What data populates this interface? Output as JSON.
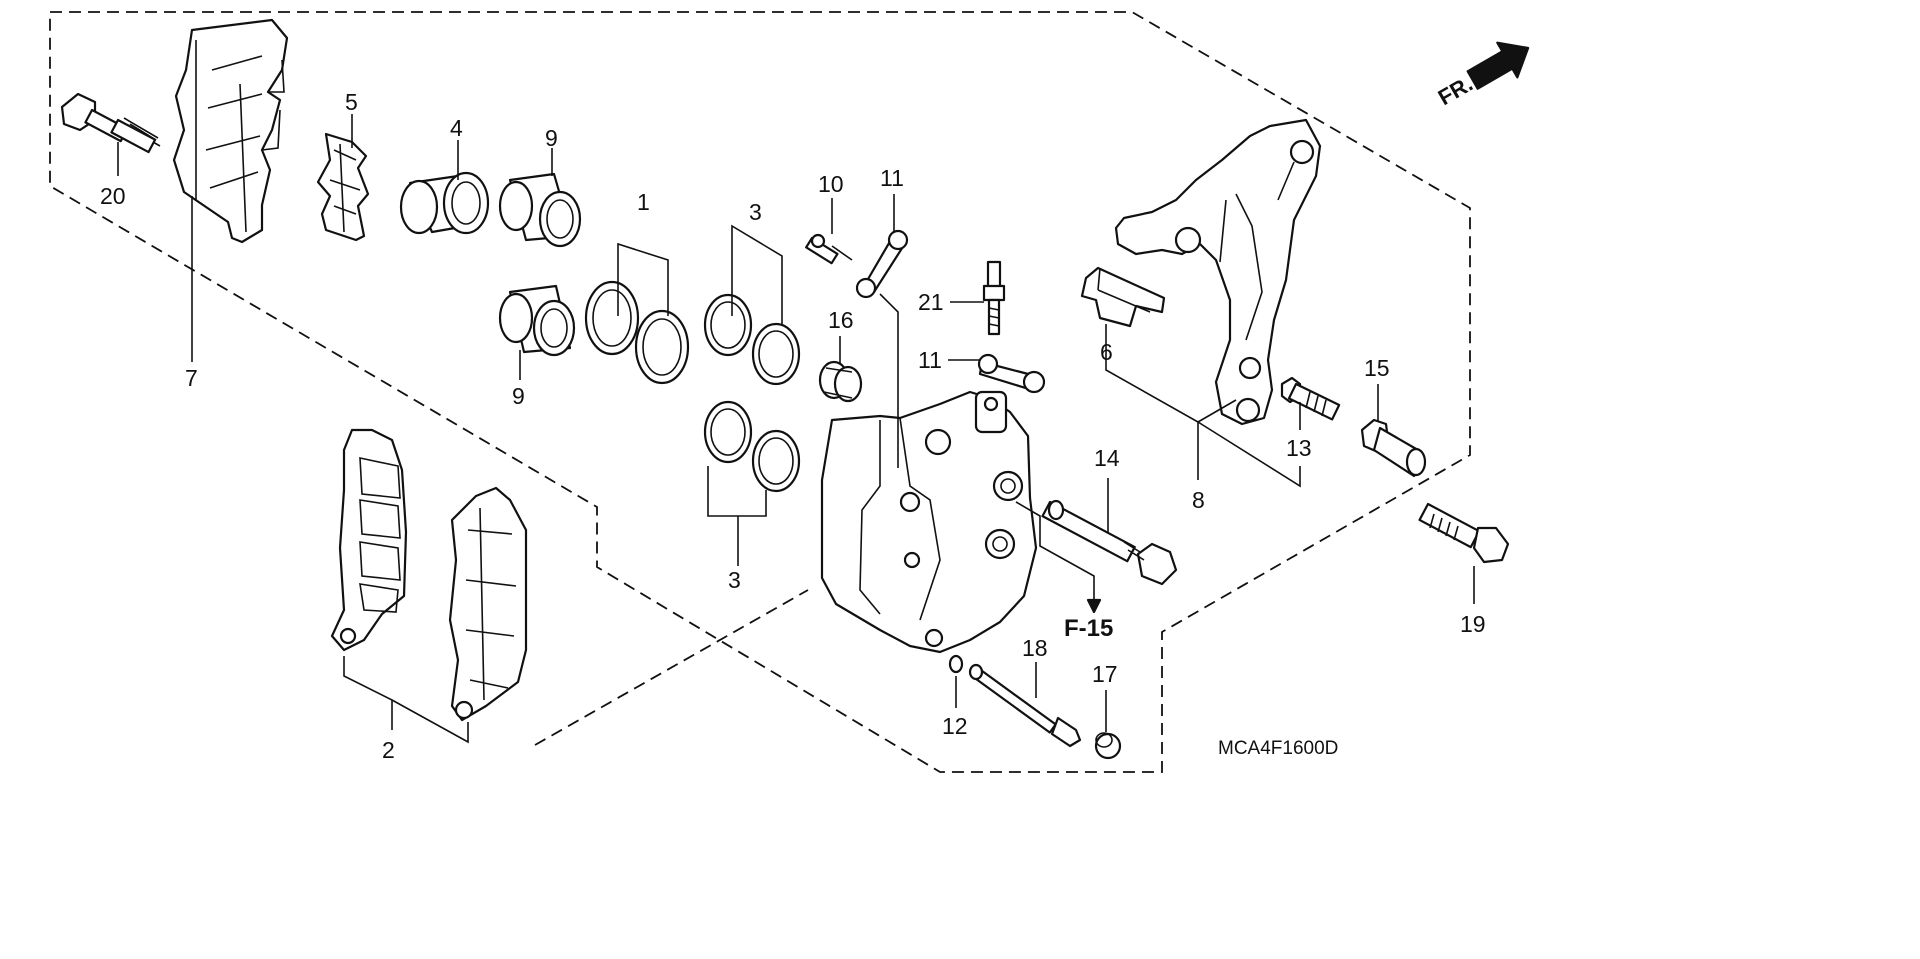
{
  "diagram": {
    "direction_label": "FR.",
    "reference_label": "F-15",
    "drawing_code": "MCA4F1600D",
    "callouts": {
      "c1": "1",
      "c2": "2",
      "c3a": "3",
      "c3b": "3",
      "c4": "4",
      "c5": "5",
      "c6": "6",
      "c7": "7",
      "c8": "8",
      "c9a": "9",
      "c9b": "9",
      "c10": "10",
      "c11a": "11",
      "c11b": "11",
      "c12": "12",
      "c13": "13",
      "c14": "14",
      "c15": "15",
      "c16": "16",
      "c17": "17",
      "c18": "18",
      "c19": "19",
      "c20": "20",
      "c21": "21"
    }
  }
}
